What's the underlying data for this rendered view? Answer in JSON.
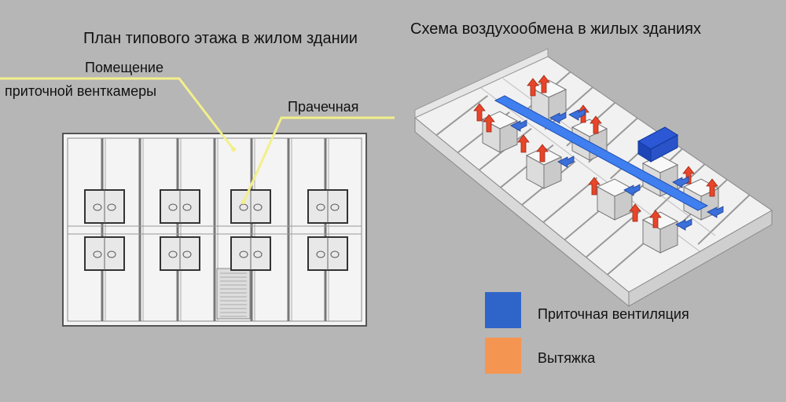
{
  "titles": {
    "plan": "План типового этажа в жилом здании",
    "scheme": "Схема воздухообмена в жилых зданиях"
  },
  "labels": {
    "room_line1": "Помещение",
    "room_line2": "приточной венткамеры",
    "laundry": "Прачечная"
  },
  "legend": {
    "supply": {
      "label": "Приточная вентиляция",
      "color": "#2f64c9"
    },
    "exhaust": {
      "label": "Вытяжка",
      "color": "#f59552"
    }
  },
  "colors": {
    "background": "#b6b6b6",
    "leader_line": "#f2ef8a",
    "duct": "#3f7ff0",
    "arrow_exhaust": "#e8452a",
    "arrow_supply": "#3b6fd9"
  }
}
